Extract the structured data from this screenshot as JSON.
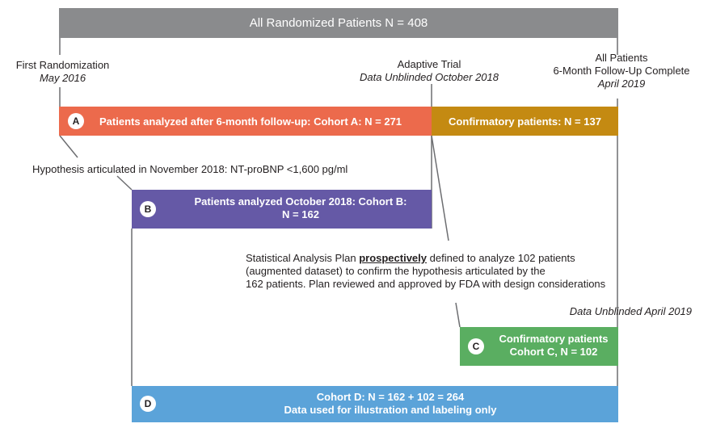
{
  "top_bar": {
    "label": "All Randomized Patients N = 408",
    "color": "#8a8b8d"
  },
  "first_randomization": {
    "title": "First Randomization",
    "date": "May 2016"
  },
  "adaptive_trial": {
    "title": "Adaptive Trial",
    "subtitle": "Data Unblinded October 2018"
  },
  "all_patients": {
    "title": "All Patients",
    "line2": "6-Month Follow-Up Complete",
    "date": "April 2019"
  },
  "cohort_a": {
    "badge": "A",
    "label": "Patients analyzed after 6-month follow-up: Cohort A: N = 271",
    "color": "#ec6a4c"
  },
  "confirmatory_bar": {
    "label": "Confirmatory patients: N = 137",
    "color": "#c48a12"
  },
  "hypothesis": {
    "text": "Hypothesis articulated in November 2018: NT-proBNP <1,600 pg/ml"
  },
  "cohort_b": {
    "badge": "B",
    "line1": "Patients analyzed October 2018: ",
    "line1_bold": "Cohort B:",
    "line2": "N = 162",
    "color": "#6559a6"
  },
  "sap": {
    "pre": "Statistical Analysis Plan ",
    "emph": "prospectively",
    "post": " defined to analyze 102 patients",
    "line2": "(augmented dataset) to confirm the hypothesis articulated by the",
    "line3": "162 patients. Plan reviewed and approved by FDA with design considerations"
  },
  "data_unblinded_2019": {
    "text": "Data Unblinded April 2019"
  },
  "cohort_c": {
    "badge": "C",
    "line1": "Confirmatory patients",
    "line2": "Cohort C, N = 102",
    "color": "#5aae61"
  },
  "cohort_d": {
    "badge": "D",
    "line1": "Cohort D: N = 162 + 102 = 264",
    "line2": "Data used for illustration and labeling only",
    "color": "#5ba3d9"
  }
}
